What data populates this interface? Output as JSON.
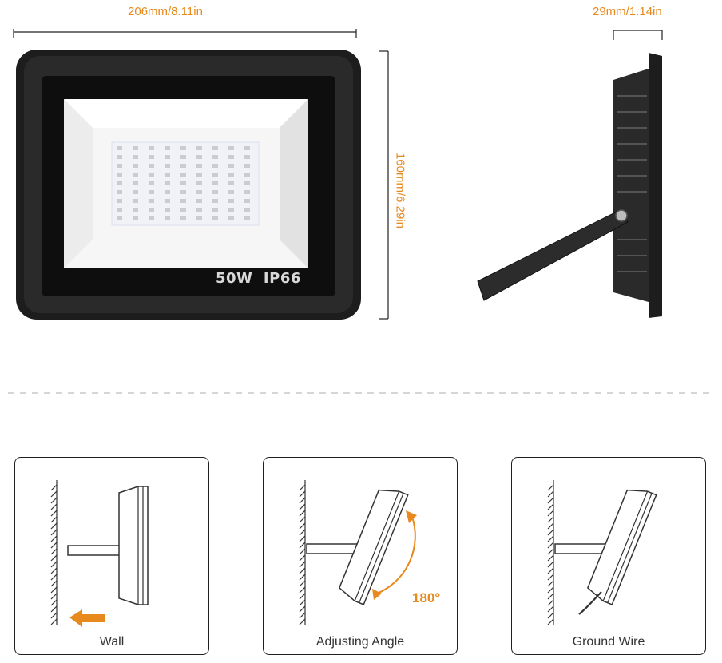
{
  "dimensions": {
    "width_label": "206mm/8.11in",
    "depth_label": "29mm/1.14in",
    "height_label": "160mm/6.29in"
  },
  "product": {
    "rating_label": "50W  IP66"
  },
  "panels": {
    "wall": {
      "caption": "Wall"
    },
    "angle": {
      "caption": "Adjusting Angle",
      "angle_label": "180°"
    },
    "ground": {
      "caption": "Ground Wire"
    }
  },
  "colors": {
    "accent": "#e8891d",
    "body": "#1c1c1c"
  }
}
